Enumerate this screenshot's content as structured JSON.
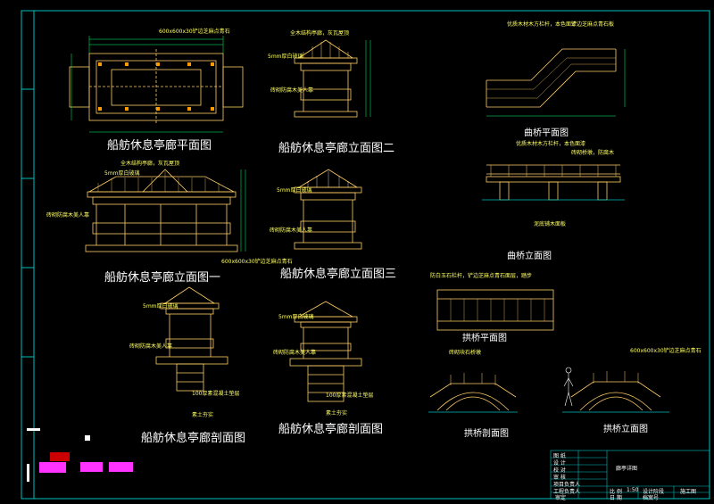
{
  "colors": {
    "bg": "#000000",
    "frame": "#00c0c0",
    "draw": "#ffcc66",
    "dim": "#00ff66",
    "note": "#ffff66",
    "white": "#ffffff",
    "magenta": "#ff33ff",
    "red": "#cc0000"
  },
  "titles": {
    "plan": "船舫休息亭廊平面图",
    "elev2": "船舫休息亭廊立面图二",
    "elev1": "船舫休息亭廊立面图一",
    "elev3": "船舫休息亭廊立面图三",
    "sec1": "船舫休息亭廊剖面图",
    "sec2": "船舫休息亭廊剖面图",
    "curve_plan": "曲桥平面图",
    "curve_elev": "曲桥立面图",
    "arch_plan": "拱桥平面图",
    "arch_sec": "拱桥剖面图",
    "arch_elev": "拱桥立面图"
  },
  "notes": {
    "n1": "600x600x30铲边芝麻点青石",
    "n2": "全木结构亭廊，灰瓦屋顶",
    "n3": "5mm厚白玻璃",
    "n4": "砖砌防腐木美人靠",
    "n5": "优质木材木方栏杆，本色面漆",
    "n6": "铲边芝麻点青石板",
    "n7": "砖砌桥墩，防腐木",
    "n8": "泥底铺木面板",
    "n9": "防白玉石栏杆，铲边芝麻点青石面层，踏步",
    "n10": "砖砌块石桥墩",
    "n11": "100厚素混凝土垫层",
    "n12": "素土夯实"
  },
  "titleblock": {
    "project": "廊亭详图",
    "rows": [
      "图 纸",
      "设 计",
      "校 对",
      "审 核",
      "项目负责人",
      "工程负责人"
    ],
    "scale_label": "比 例",
    "scale": "1:50",
    "date_label": "日 期",
    "stage_label": "设计阶段",
    "stage": "施工图",
    "number_label": "档案号",
    "review": "审定"
  }
}
